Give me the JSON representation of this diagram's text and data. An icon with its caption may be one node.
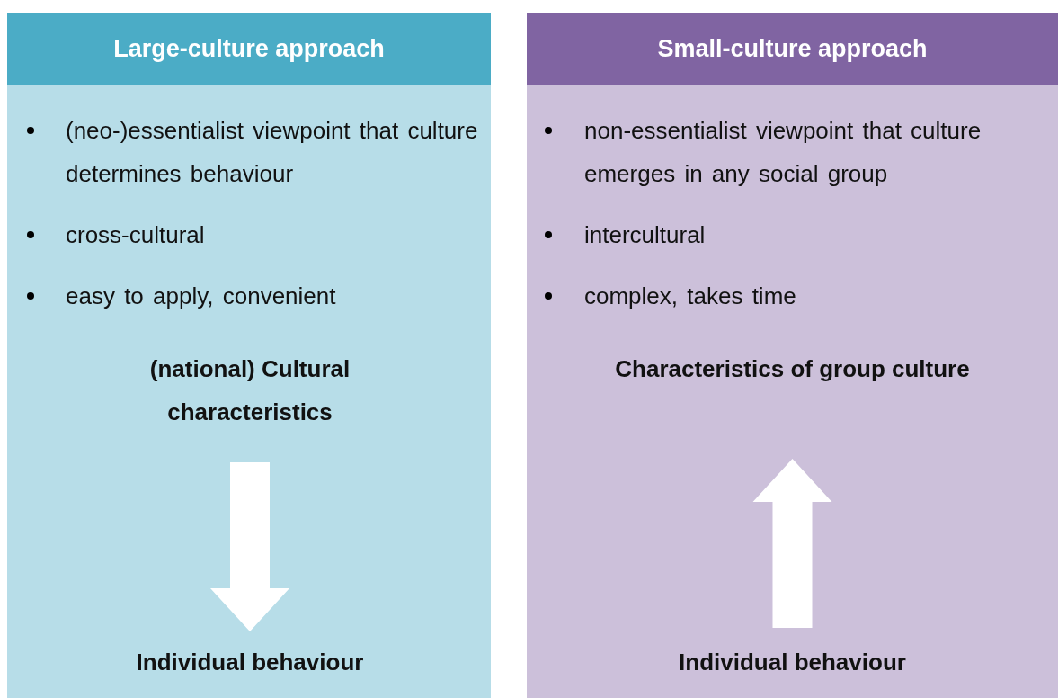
{
  "diagram": {
    "nodes": [
      {
        "text": [
          "Large-culture approach",
          "(neo-)essentialist viewpoint that culture determines behaviour",
          "cross-cultural",
          "easy to apply, convenient"
        ]
      },
      {
        "text": [
          "(national) Cultural characteristics"
        ],
        "in": 0
      },
      {
        "text": [
          "Individual behaviour"
        ],
        "in": 0
      },
      {
        "text": [
          "Small-culture approach",
          "non-essentialist viewpoint that culture emerges in any social group",
          "intercultural",
          "complex, takes time"
        ]
      },
      {
        "text": [
          "Characteristics of group culture"
        ],
        "in": 3
      },
      {
        "text": [
          "Individual behaviour"
        ],
        "in": 3
      }
    ],
    "edges": [
      {
        "from": 1,
        "to": 2,
        "arrow": "to"
      },
      {
        "from": 5,
        "to": 4,
        "arrow": "to"
      }
    ]
  }
}
